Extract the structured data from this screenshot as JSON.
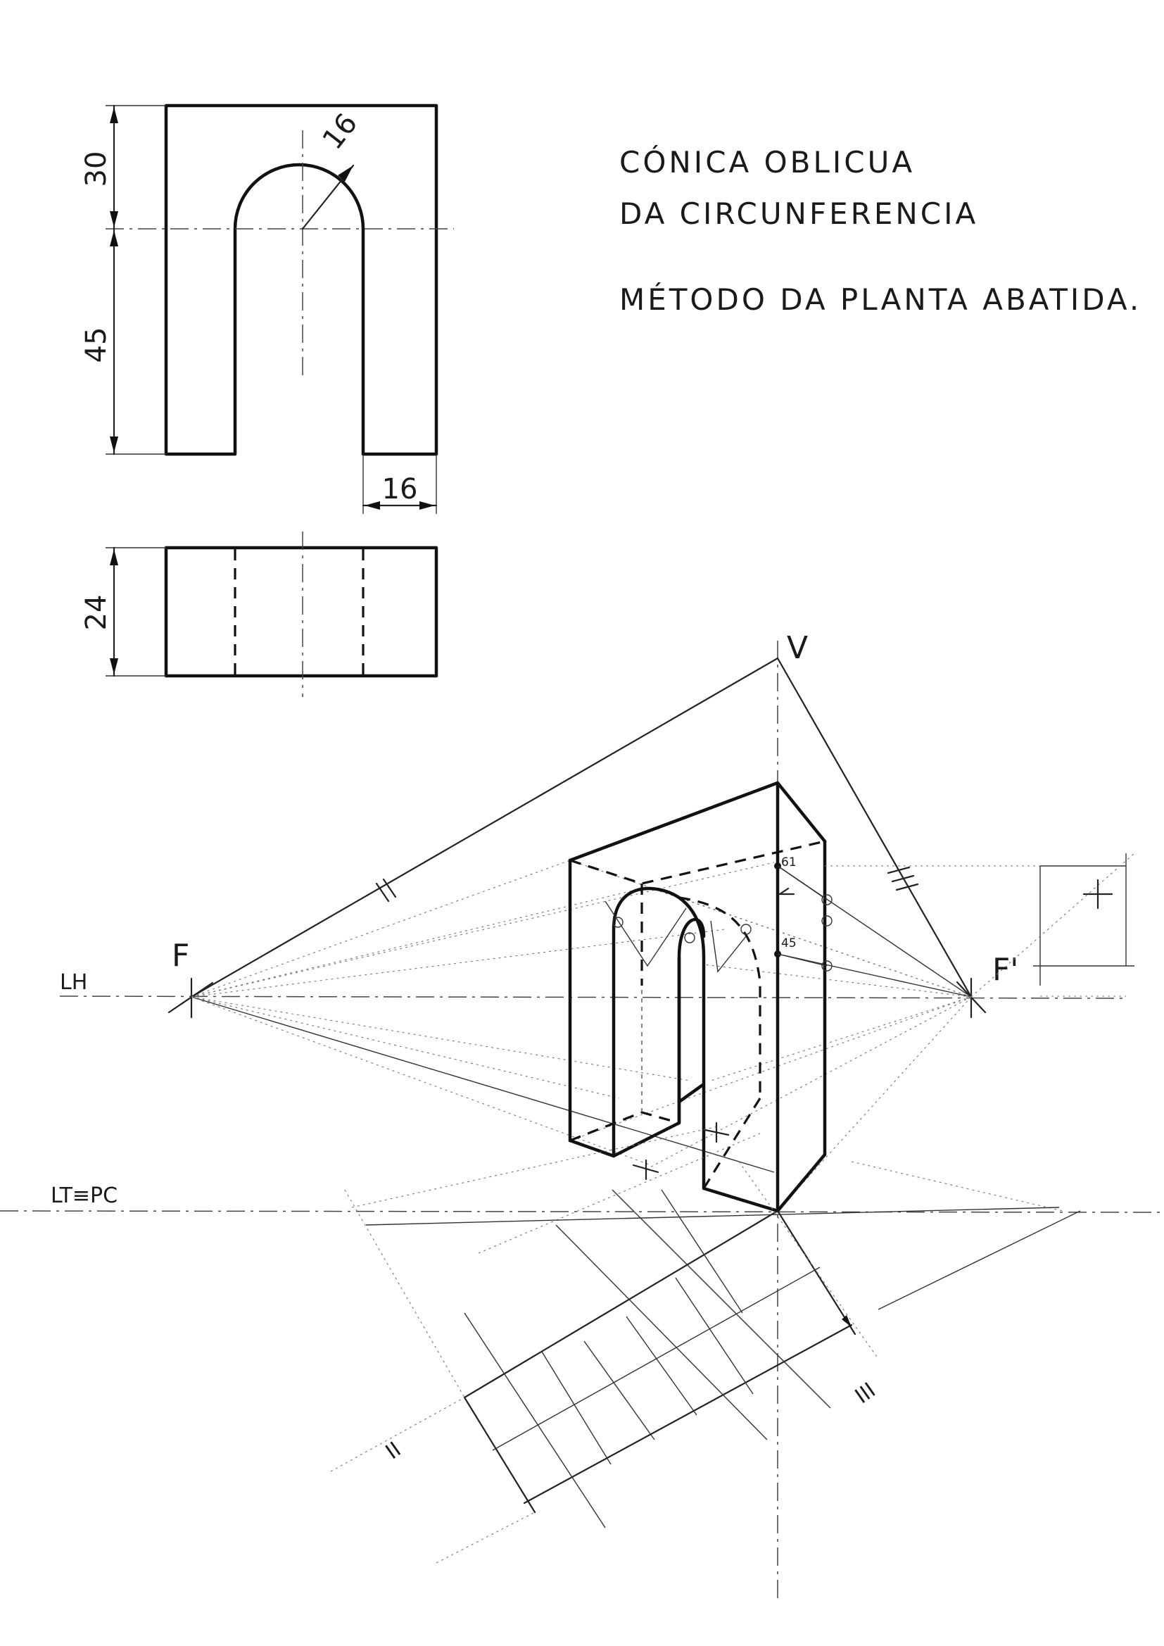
{
  "title": {
    "line1": "CÓNICA OBLICUA",
    "line2": "DA CIRCUNFERENCIA",
    "line3": "MÉTODO DA PLANTA ABATIDA."
  },
  "dimensions": {
    "top_height": "30",
    "lower_height": "45",
    "radius": "16",
    "leg_width": "16",
    "depth": "24"
  },
  "labels": {
    "vertex": "V",
    "focus_left": "F",
    "focus_right": "F'",
    "horizon_line": "LH",
    "ground_line": "LT≡PC",
    "parallel_2": "II",
    "parallel_3": "III",
    "height_61": "61",
    "height_45": "45"
  }
}
